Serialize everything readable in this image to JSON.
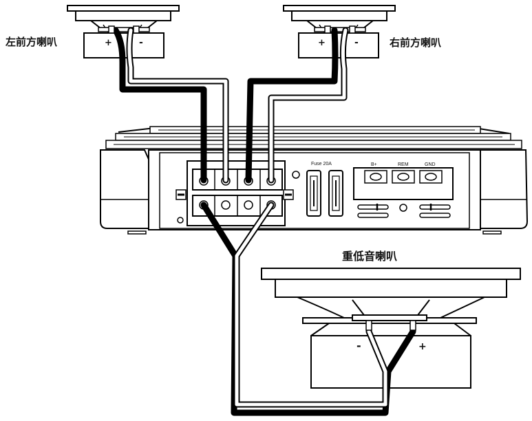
{
  "labels": {
    "front_left": "左前方喇叭",
    "front_right": "右前方喇叭",
    "subwoofer": "重低音喇叭"
  },
  "amplifier": {
    "fuse_label": "Fuse 20A",
    "power_terminals": [
      "B+",
      "REM",
      "GND"
    ]
  },
  "polarity": {
    "plus": "+",
    "minus": "-"
  },
  "colors": {
    "outline": "#000000",
    "positive_wire": "#000000",
    "negative_wire": "#ffffff",
    "amp_body": "#ffffff"
  }
}
